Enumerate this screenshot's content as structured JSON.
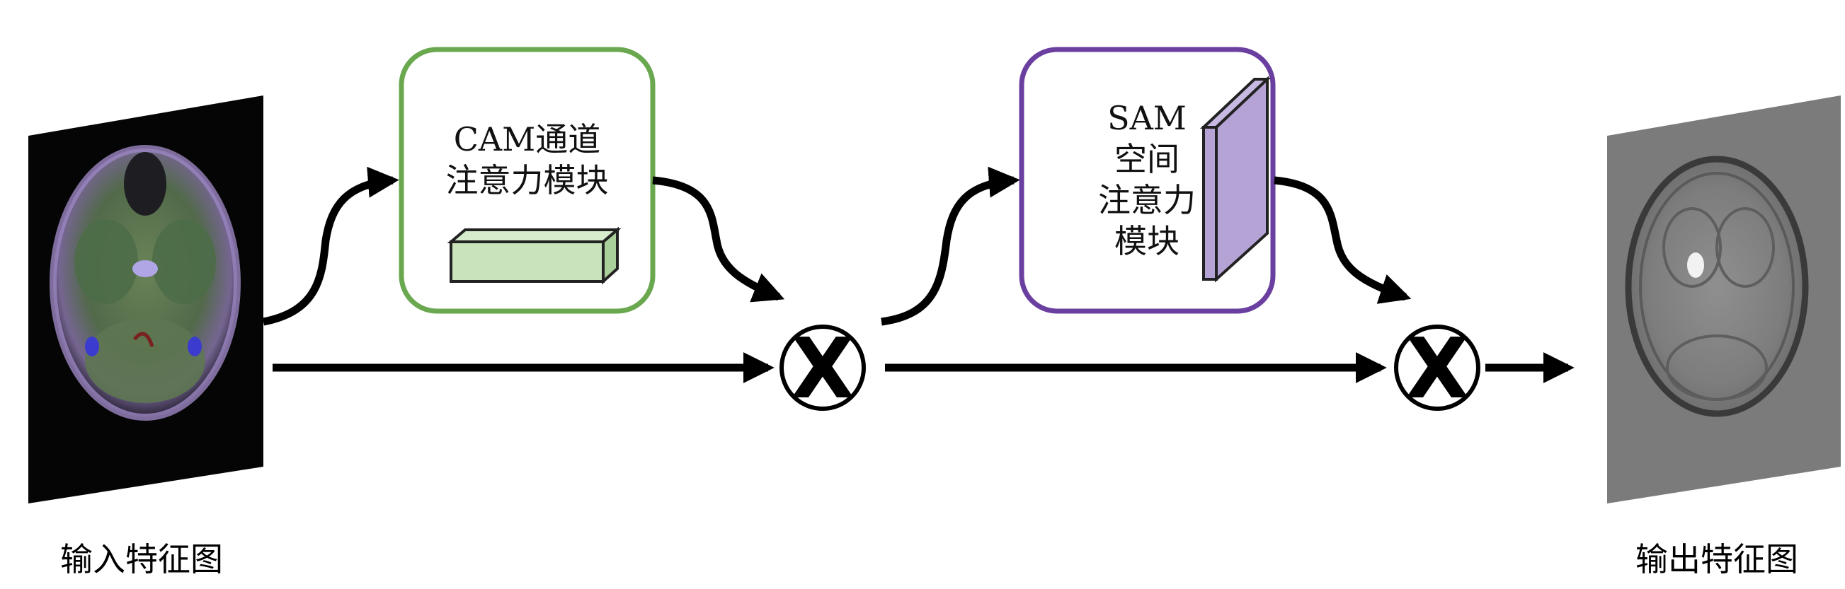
{
  "input_label": "输入特征图",
  "output_label": "输出特征图",
  "cam": {
    "line1": "CAM通道",
    "line2": "注意力模块",
    "border_color": "#6aa84f",
    "block_color": "#c9e3bd"
  },
  "sam": {
    "line1": "SAM",
    "line2": "空间",
    "line3": "注意力",
    "line4": "模块",
    "border_color": "#6b3fa0",
    "block_color": "#b4a3d4"
  },
  "multiply_symbol": "X"
}
